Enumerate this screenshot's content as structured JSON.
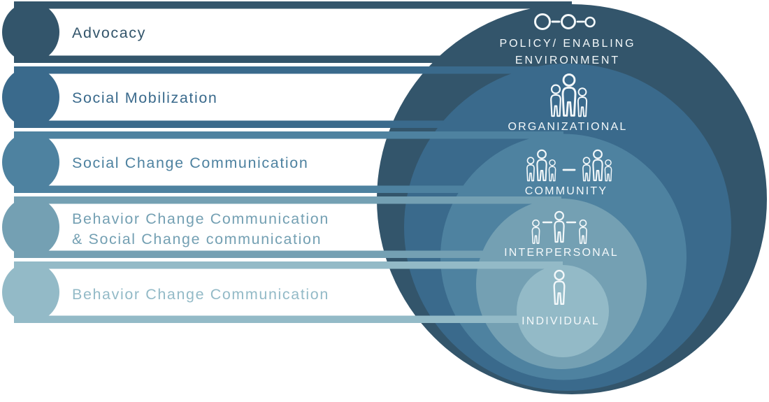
{
  "palette": {
    "level1": "#33556B",
    "level2": "#3A6A8C",
    "level3": "#4E82A0",
    "level4": "#74A0B3",
    "level5": "#93BAC7",
    "ring_label": "#F3F8FA",
    "page_bg": "#FFFFFF"
  },
  "bars": [
    {
      "id": "advocacy",
      "color": "#33556B",
      "lines": [
        "Advocacy"
      ]
    },
    {
      "id": "social-mobilization",
      "color": "#3A6A8C",
      "lines": [
        "Social Mobilization"
      ]
    },
    {
      "id": "social-change-communication",
      "color": "#4E82A0",
      "lines": [
        "Social Change Communication"
      ]
    },
    {
      "id": "bcc-and-scc",
      "color": "#74A0B3",
      "lines": [
        "Behavior Change Communication",
        "& Social Change communication"
      ]
    },
    {
      "id": "behavior-change-communication",
      "color": "#93BAC7",
      "lines": [
        "Behavior Change Communication"
      ]
    }
  ],
  "rings": [
    {
      "id": "policy-enabling-environment",
      "color": "#33556B",
      "icon": "policy-circles-icon",
      "lines": [
        "POLICY/ ENABLING",
        "ENVIRONMENT"
      ]
    },
    {
      "id": "organizational",
      "color": "#3A6A8C",
      "icon": "organizational-group-icon",
      "lines": [
        "ORGANIZATIONAL"
      ]
    },
    {
      "id": "community",
      "color": "#4E82A0",
      "icon": "community-groups-icon",
      "lines": [
        "COMMUNITY"
      ]
    },
    {
      "id": "interpersonal",
      "color": "#74A0B3",
      "icon": "interpersonal-people-icon",
      "lines": [
        "INTERPERSONAL"
      ]
    },
    {
      "id": "individual",
      "color": "#93BAC7",
      "icon": "individual-person-icon",
      "lines": [
        "INDIVIDUAL"
      ]
    }
  ]
}
